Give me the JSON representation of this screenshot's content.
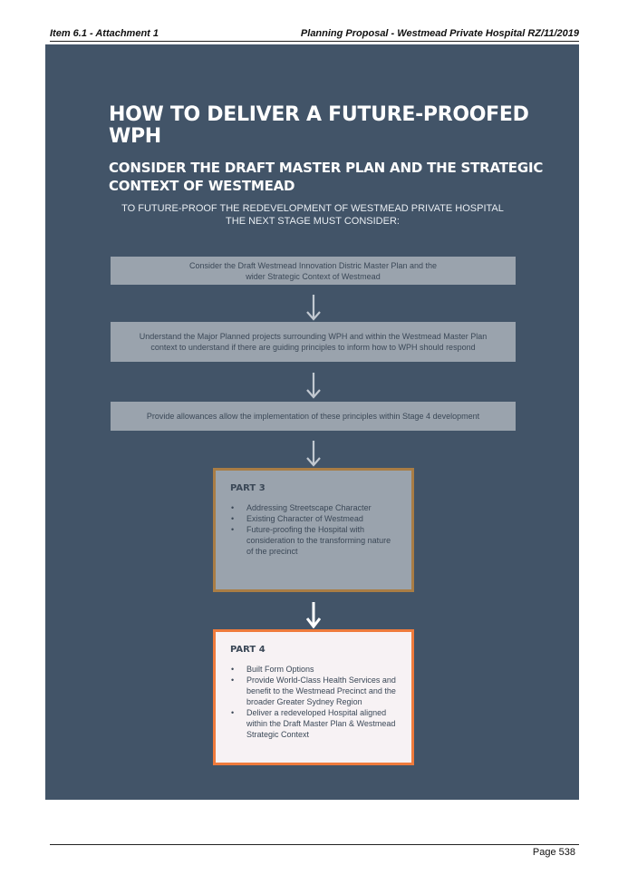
{
  "header": {
    "left": "Item 6.1 - Attachment 1",
    "right": "Planning Proposal - Westmead Private Hospital RZ/11/2019"
  },
  "panel": {
    "title": "HOW TO DELIVER A FUTURE-PROOFED WPH",
    "subtitle": "CONSIDER THE DRAFT MASTER PLAN AND THE STRATEGIC CONTEXT OF WESTMEAD",
    "intro_line1": "TO FUTURE-PROOF THE REDEVELOPMENT OF WESTMEAD PRIVATE HOSPITAL",
    "intro_line2": "THE NEXT STAGE MUST CONSIDER:",
    "steps": [
      {
        "line1": "Consider the Draft Westmead Innovation Distric Master Plan and the",
        "line2": "wider Strategic Context of Westmead"
      },
      {
        "line1": "Understand the Major Planned projects surrounding WPH and within the Westmead Master Plan",
        "line2": "context to understand if there are guiding principles to inform how to WPH should respond"
      },
      {
        "line1": "Provide allowances allow the implementation of these principles within Stage 4 development",
        "line2": ""
      }
    ],
    "part3": {
      "title": "PART 3",
      "items": [
        "Addressing Streetscape Character",
        "Existing Character of Westmead",
        "Future-proofing the Hospital with consideration to the transforming nature of the precinct"
      ]
    },
    "part4": {
      "title": "PART 4",
      "items": [
        "Built Form Options",
        "Provide World-Class Health Services and benefit to the Westmead Precinct and the broader Greater Sydney Region",
        "Deliver a redeveloped Hospital aligned within the Draft Master Plan & Westmead Strategic Context"
      ]
    },
    "colors": {
      "background": "#425468",
      "step_box": "#9aa3ad",
      "part3_border": "#a97d45",
      "part4_border": "#ef7b3c",
      "part4_fill": "#f7f2f4"
    }
  },
  "footer": {
    "page": "Page 538"
  }
}
